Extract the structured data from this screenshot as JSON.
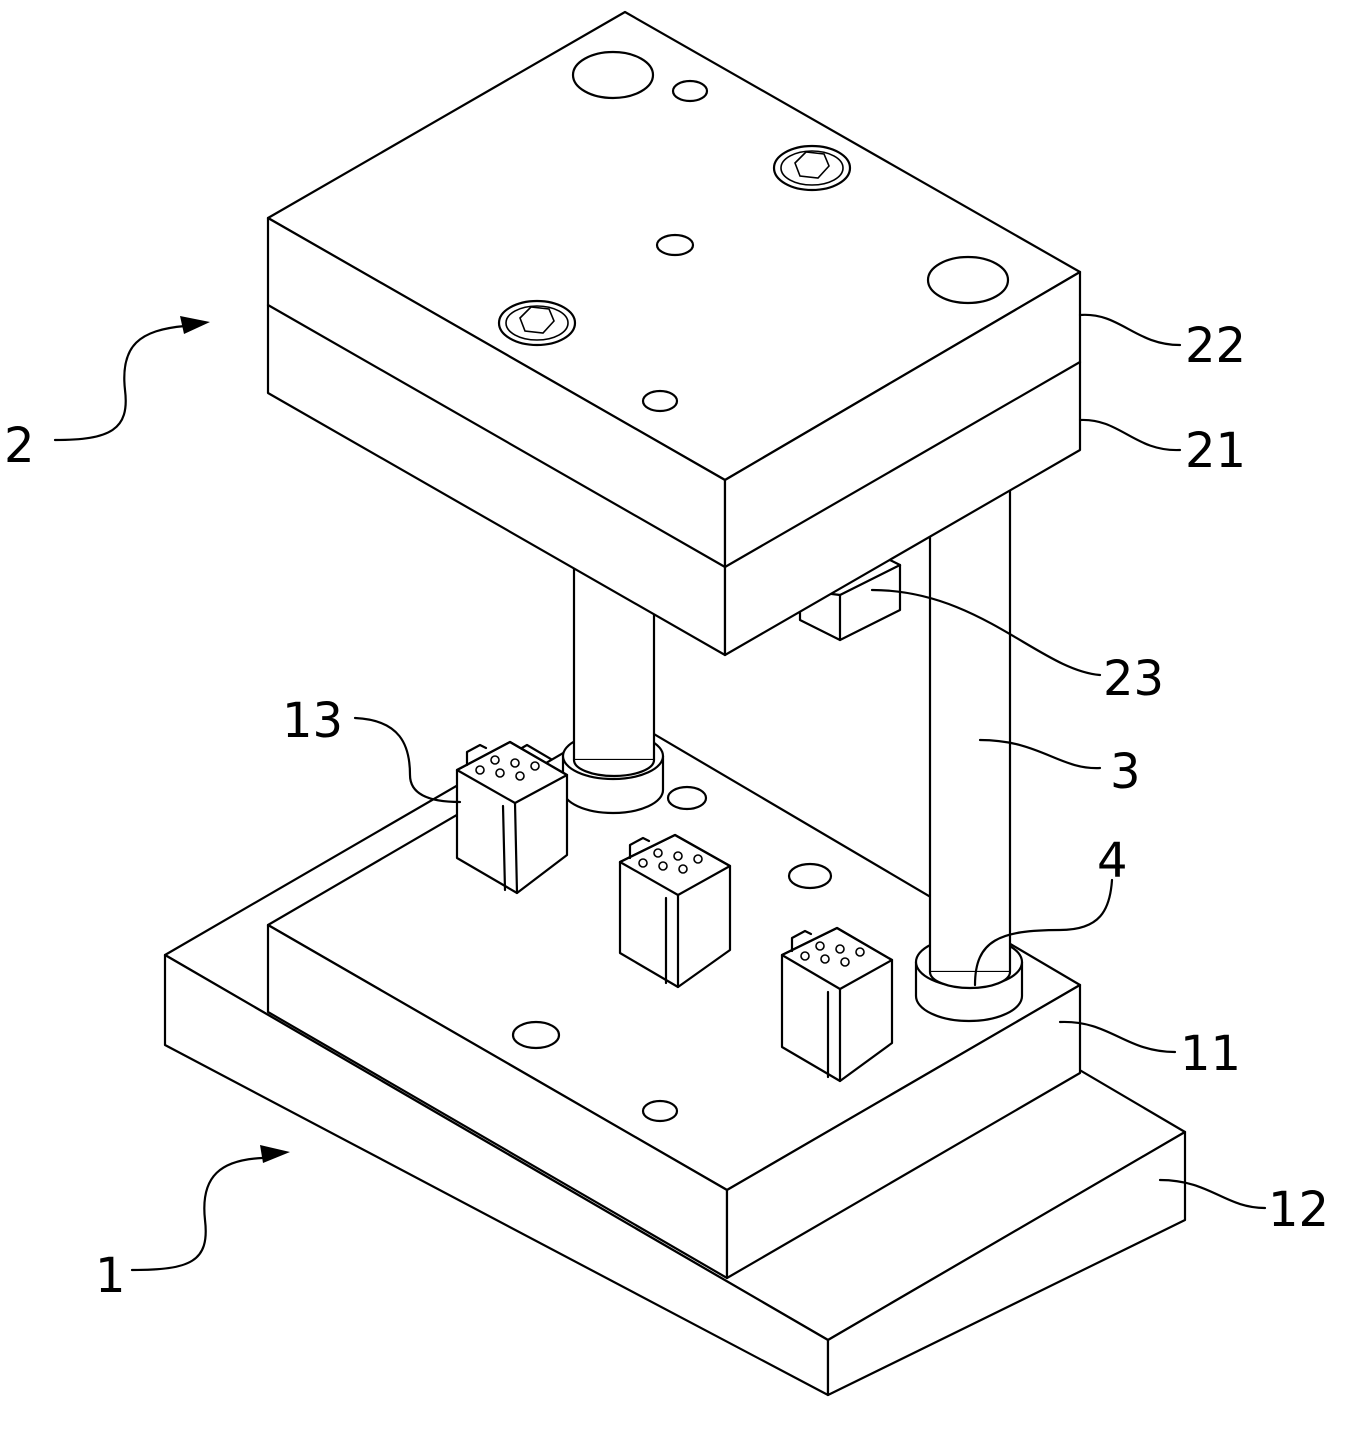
{
  "labels": {
    "assembly_1": "1",
    "assembly_2": "2",
    "part_11": "11",
    "part_12": "12",
    "part_13": "13",
    "part_21": "21",
    "part_22": "22",
    "part_23": "23",
    "part_3": "3",
    "part_4": "4"
  },
  "colors": {
    "line": "#000000",
    "fill": "#ffffff"
  }
}
